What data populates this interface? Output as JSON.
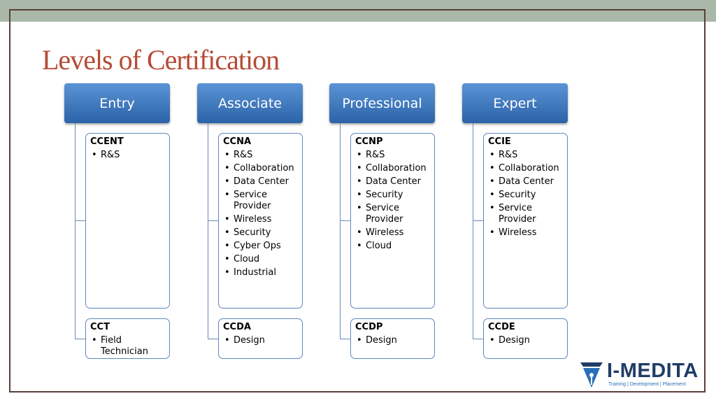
{
  "slide": {
    "title": "Levels of Certification"
  },
  "columns": [
    {
      "header": "Entry",
      "cards": [
        {
          "title": "CCENT",
          "items": [
            "R&S"
          ]
        },
        {
          "title": "CCT",
          "items": [
            "Field Technician"
          ]
        }
      ]
    },
    {
      "header": "Associate",
      "cards": [
        {
          "title": "CCNA",
          "items": [
            "R&S",
            "Collaboration",
            "Data Center",
            "Service Provider",
            "Wireless",
            "Security",
            "Cyber Ops",
            "Cloud",
            "Industrial"
          ]
        },
        {
          "title": "CCDA",
          "items": [
            "Design"
          ]
        }
      ]
    },
    {
      "header": "Professional",
      "cards": [
        {
          "title": "CCNP",
          "items": [
            "R&S",
            "Collaboration",
            "Data Center",
            "Security",
            "Service Provider",
            "Wireless",
            "Cloud"
          ]
        },
        {
          "title": "CCDP",
          "items": [
            "Design"
          ]
        }
      ]
    },
    {
      "header": "Expert",
      "cards": [
        {
          "title": "CCIE",
          "items": [
            "R&S",
            "Collaboration",
            "Data Center",
            "Security",
            "Service Provider",
            "Wireless"
          ]
        },
        {
          "title": "CCDE",
          "items": [
            "Design"
          ]
        }
      ]
    }
  ],
  "logo": {
    "name": "I-MEDITA",
    "tagline": "Training | Development | Placement",
    "icon": "pen-nib-icon",
    "colors": {
      "primary": "#1f3d66",
      "accent": "#2a6fb8"
    }
  },
  "colors": {
    "title": "#b54b35",
    "header_top": "#5a93d6",
    "header_bottom": "#2c63a8",
    "card_border": "#5f86c0",
    "top_bar": "#a9b8a9"
  }
}
